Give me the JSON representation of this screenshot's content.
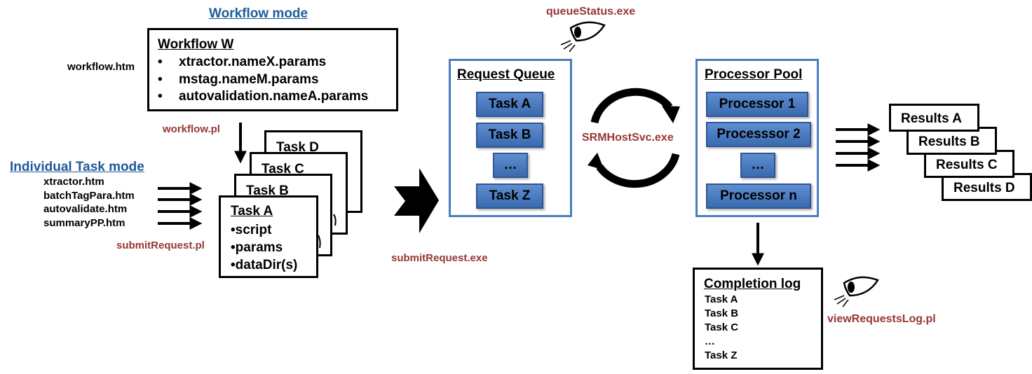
{
  "workflow_mode": {
    "heading": "Workflow mode",
    "file_label": "workflow.htm",
    "box_title": "Workflow W",
    "items": [
      "xtractor.nameX.params",
      "mstag.nameM.params",
      "autovalidation.nameA.params"
    ],
    "script_label": "workflow.pl"
  },
  "individual_mode": {
    "heading": "Individual Task mode",
    "files": [
      "xtractor.htm",
      "batchTagPara.htm",
      "autovalidate.htm",
      "summaryPP.htm"
    ],
    "script_label": "submitRequest.pl"
  },
  "task_stack": {
    "titles": [
      "Task D",
      "Task C",
      "Task B",
      "Task A"
    ],
    "front_items": [
      "script",
      "params",
      "dataDir(s)"
    ],
    "bullet": "•"
  },
  "submit_label": "submitRequest.exe",
  "queue_status_label": "queueStatus.exe",
  "request_queue": {
    "title": "Request Queue",
    "tasks": [
      "Task A",
      "Task B",
      "…",
      "Task Z"
    ]
  },
  "host_service_label": "SRMHostSvc.exe",
  "processor_pool": {
    "title": "Processor Pool",
    "processors": [
      "Processor 1",
      "Processsor 2",
      "…",
      "Processor n"
    ]
  },
  "results": [
    "Results A",
    "Results B",
    "Results C",
    "Results D"
  ],
  "completion_log": {
    "title": "Completion log",
    "entries": [
      "Task A",
      "Task B",
      "Task C",
      "…",
      "Task Z"
    ]
  },
  "view_log_label": "viewRequestsLog.pl",
  "colors": {
    "queue_border": "#4a7ebb",
    "pill_fill": "#4f81bd",
    "script_text": "#953735",
    "heading_blue": "#1f5c99"
  },
  "icons": [
    "eye-icon",
    "arrow-icon",
    "cycle-arrow-icon"
  ]
}
